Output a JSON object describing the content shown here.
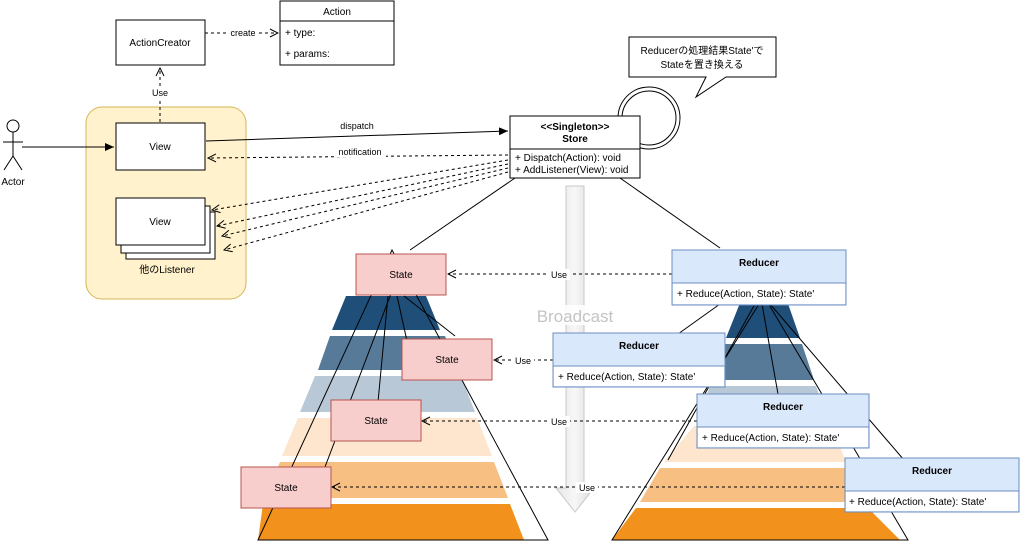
{
  "actor": {
    "label": "Actor"
  },
  "action_creator": {
    "label": "ActionCreator"
  },
  "action_class": {
    "title": "Action",
    "fields": [
      "+ type:",
      "+ params:"
    ]
  },
  "view": {
    "label": "View"
  },
  "other_view": {
    "label": "View"
  },
  "listener_group": {
    "label": "他のListener"
  },
  "store": {
    "stereotype": "<<Singleton>>",
    "name": "Store",
    "methods": [
      "+ Dispatch(Action): void",
      "+ AddListener(View): void"
    ]
  },
  "note": {
    "lines": [
      "Reducerの処理結果State'で",
      "Stateを置き換える"
    ]
  },
  "broadcast": {
    "label": "Broadcast"
  },
  "states": [
    "State",
    "State",
    "State",
    "State"
  ],
  "reducers": [
    {
      "title": "Reducer",
      "method": "+ Reduce(Action, State): State'"
    },
    {
      "title": "Reducer",
      "method": "+ Reduce(Action, State): State'"
    },
    {
      "title": "Reducer",
      "method": "+ Reduce(Action, State): State'"
    },
    {
      "title": "Reducer",
      "method": "+ Reduce(Action, State): State'"
    }
  ],
  "edges": {
    "create": "create",
    "use": "Use",
    "dispatch": "dispatch",
    "notification": "notification"
  },
  "colors": {
    "state_fill": "#f8cecc",
    "state_stroke": "#b85450",
    "reducer_fill": "#dae8fc",
    "reducer_stroke": "#6c8ebf",
    "listener_fill": "#fff2cc",
    "listener_stroke": "#d6b656",
    "pyramid": [
      "#1f4e79",
      "#587a99",
      "#b8c8d6",
      "#fde5ce",
      "#f7bf82",
      "#f2921d"
    ]
  }
}
